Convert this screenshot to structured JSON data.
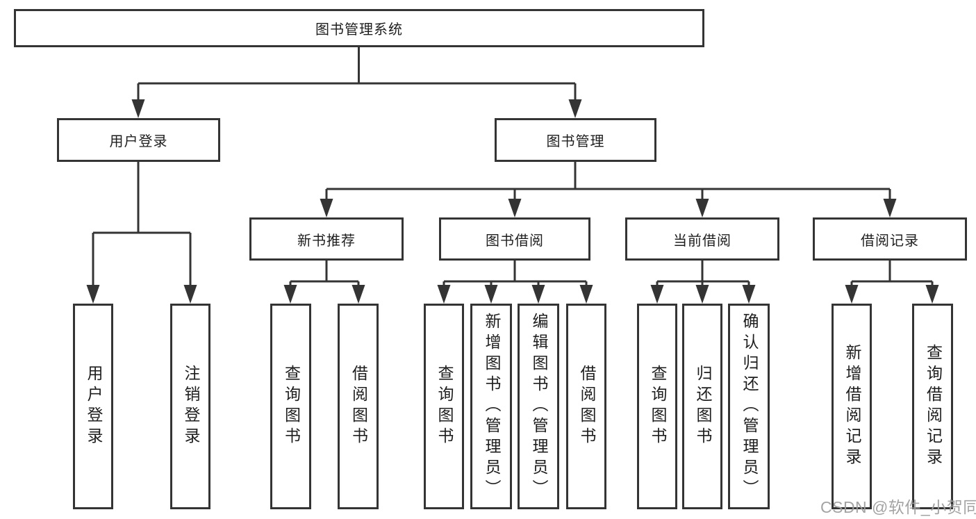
{
  "tree": {
    "root": {
      "label": "图书管理系统",
      "children": [
        {
          "label": "用户登录",
          "children": [
            {
              "label": "用户登录"
            },
            {
              "label": "注销登录"
            }
          ]
        },
        {
          "label": "图书管理",
          "children": [
            {
              "label": "新书推荐",
              "children": [
                {
                  "label": "查询图书"
                },
                {
                  "label": "借阅图书"
                }
              ]
            },
            {
              "label": "图书借阅",
              "children": [
                {
                  "label": "查询图书"
                },
                {
                  "label": "新增图书（管理员）"
                },
                {
                  "label": "编辑图书（管理员）"
                },
                {
                  "label": "借阅图书"
                }
              ]
            },
            {
              "label": "当前借阅",
              "children": [
                {
                  "label": "查询图书"
                },
                {
                  "label": "归还图书"
                },
                {
                  "label": "确认归还（管理员）"
                }
              ]
            },
            {
              "label": "借阅记录",
              "children": [
                {
                  "label": "新增借阅记录"
                },
                {
                  "label": "查询借阅记录"
                }
              ]
            }
          ]
        }
      ]
    }
  },
  "watermark": {
    "text": "CSDN @软件_小贺同学"
  },
  "colors": {
    "line": "#343434",
    "box_border": "#343434",
    "text": "#1e1e1e",
    "watermark": "#9e9e9e",
    "background": "#ffffff"
  }
}
